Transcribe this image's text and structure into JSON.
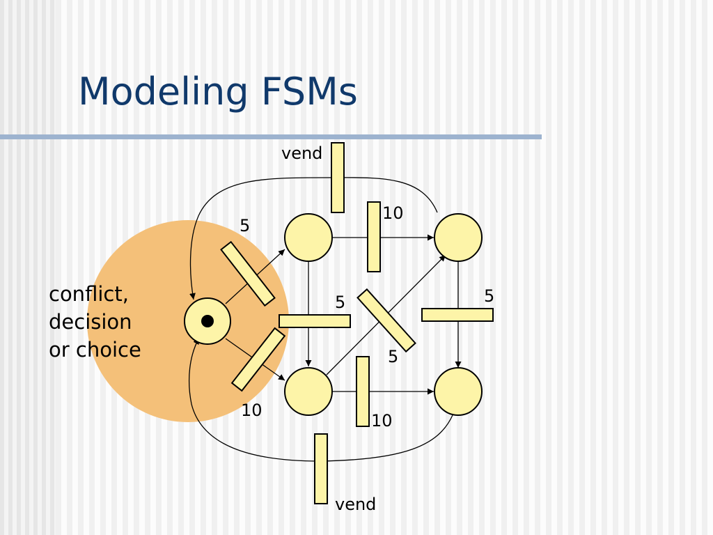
{
  "slide": {
    "title": "Modeling FSMs",
    "note_lines": [
      "conflict,",
      "decision",
      "or choice"
    ]
  },
  "diagram": {
    "transition_labels": {
      "vend_top": "vend",
      "vend_bottom": "vend",
      "t5_upper_left": "5",
      "t10_top_right": "10",
      "t5_center": "5",
      "t5_diagonal": "5",
      "t5_right": "5",
      "t10_lower_left": "10",
      "t10_bottom_mid": "10"
    }
  },
  "colors": {
    "title": "#10396b",
    "title_rule": "#9db3cf",
    "highlight": "#f4c079",
    "place_fill": "#fdf4a8",
    "transition_fill": "#fdf4a8",
    "token": "#000000"
  }
}
